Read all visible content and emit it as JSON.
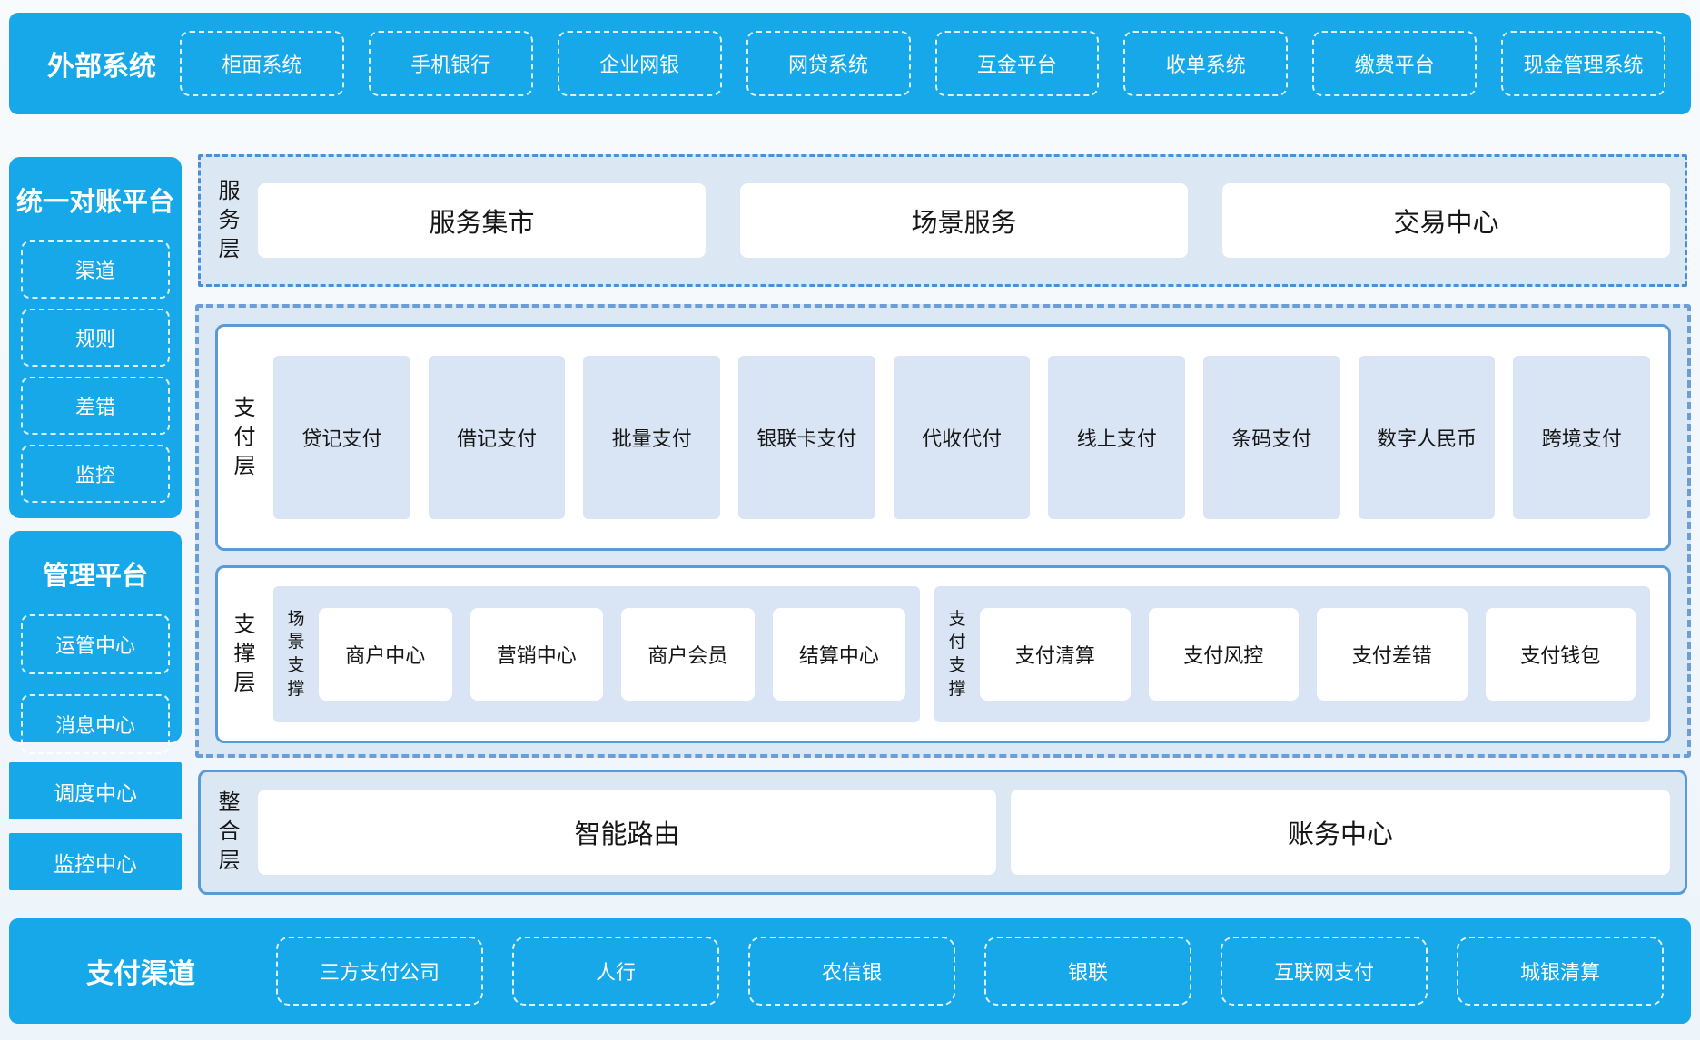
{
  "colors": {
    "brand_blue": "#16a8e8",
    "panel_bg": "#dce7f4",
    "cell_bg": "#d9e5f4",
    "solid_border": "#5b9bd5",
    "dashed_border": "#6b9ed6",
    "dashdot_border": "#4a90d9",
    "page_bg": "#eef4fa",
    "text_dark": "#161616",
    "text_light": "#ffffff"
  },
  "external_systems": {
    "title": "外部系统",
    "items": [
      "柜面系统",
      "手机银行",
      "企业网银",
      "网贷系统",
      "互金平台",
      "收单系统",
      "缴费平台",
      "现金管理系统"
    ]
  },
  "reconciliation_platform": {
    "title": "统一对账平台",
    "items": [
      "渠道",
      "规则",
      "差错",
      "监控"
    ]
  },
  "management_platform": {
    "title": "管理平台",
    "items": [
      "运管中心",
      "消息中心"
    ]
  },
  "standalone_centers": [
    "调度中心",
    "监控中心"
  ],
  "service_layer": {
    "label": "服务层",
    "items": [
      "服务集市",
      "场景服务",
      "交易中心"
    ]
  },
  "payment_layer": {
    "label": "支付层",
    "items": [
      "贷记支付",
      "借记支付",
      "批量支付",
      "银联卡支付",
      "代收代付",
      "线上支付",
      "条码支付",
      "数字人民币",
      "跨境支付"
    ]
  },
  "support_layer": {
    "label": "支撑层",
    "groups": [
      {
        "label": "场景支撑",
        "items": [
          "商户中心",
          "营销中心",
          "商户会员",
          "结算中心"
        ]
      },
      {
        "label": "支付支撑",
        "items": [
          "支付清算",
          "支付风控",
          "支付差错",
          "支付钱包"
        ]
      }
    ]
  },
  "integration_layer": {
    "label": "整合层",
    "items": [
      "智能路由",
      "账务中心"
    ]
  },
  "payment_channels": {
    "title": "支付渠道",
    "items": [
      "三方支付公司",
      "人行",
      "农信银",
      "银联",
      "互联网支付",
      "城银清算"
    ]
  }
}
